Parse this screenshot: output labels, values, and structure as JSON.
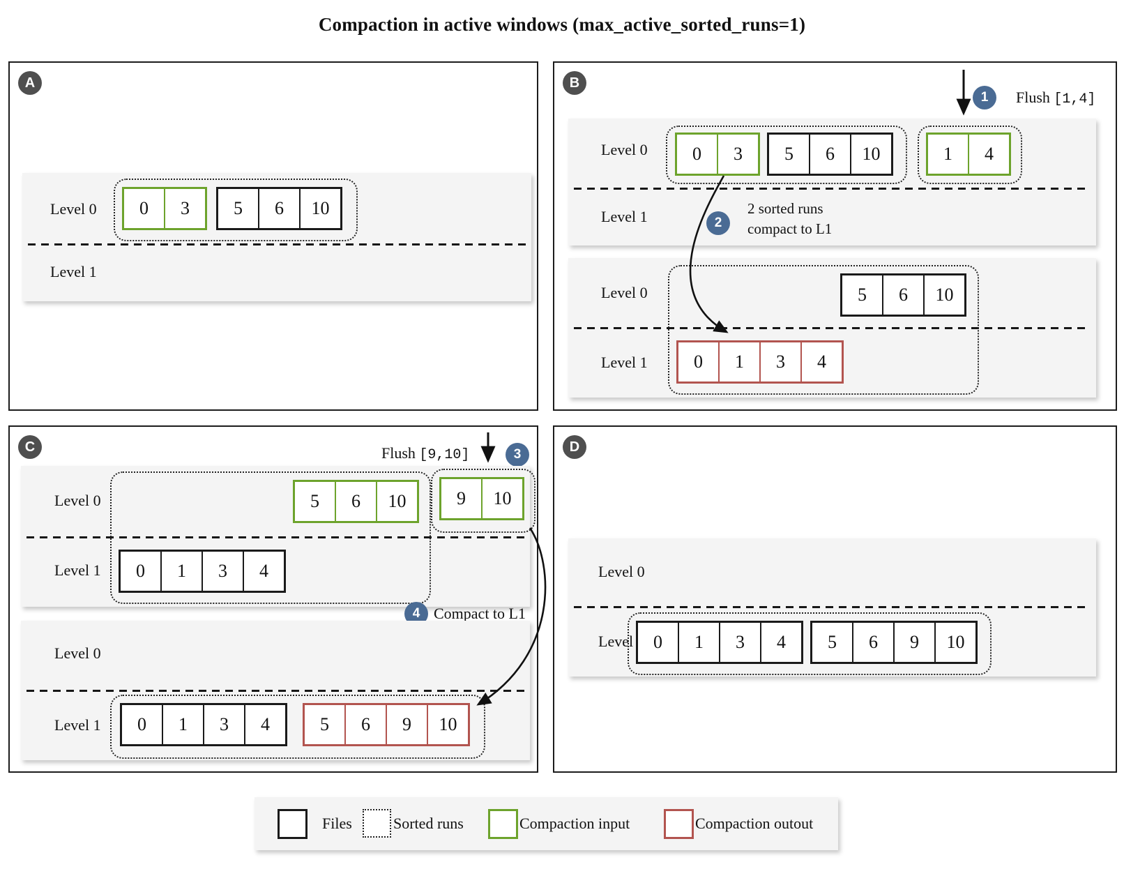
{
  "title": "Compaction in active windows (max_active_sorted_runs=1)",
  "colors": {
    "file_border": "#1a1a1a",
    "compaction_input": "#6da32c",
    "compaction_output": "#b2544f",
    "step_badge": "#4a6b94",
    "panel_badge": "#4f4f4f",
    "band_background": "#f4f4f4"
  },
  "panels": {
    "A": {
      "badge": "A",
      "l0": "Level 0",
      "l1": "Level 1",
      "input_box": [
        "0",
        "3"
      ],
      "files_box": [
        "5",
        "6",
        "10"
      ]
    },
    "B": {
      "badge": "B",
      "step1_num": "1",
      "step1_label": "Flush",
      "step1_code": "[1,4]",
      "step2_num": "2",
      "step2_line1": "2 sorted runs",
      "step2_line2": "compact to L1",
      "top": {
        "l0": "Level 0",
        "l1": "Level 1",
        "input_box": [
          "0",
          "3"
        ],
        "files_box": [
          "5",
          "6",
          "10"
        ],
        "flushed_box": [
          "1",
          "4"
        ]
      },
      "bottom": {
        "l0": "Level 0",
        "l1": "Level 1",
        "files_box": [
          "5",
          "6",
          "10"
        ],
        "output_box": [
          "0",
          "1",
          "3",
          "4"
        ]
      }
    },
    "C": {
      "badge": "C",
      "step3_num": "3",
      "step3_label": "Flush",
      "step3_code": "[9,10]",
      "step4_num": "4",
      "step4_label": "Compact to L1",
      "top": {
        "l0": "Level 0",
        "l1": "Level 1",
        "input_box": [
          "5",
          "6",
          "10"
        ],
        "files_box": [
          "0",
          "1",
          "3",
          "4"
        ],
        "flushed_box": [
          "9",
          "10"
        ]
      },
      "bottom": {
        "l0": "Level 0",
        "l1": "Level 1",
        "files_box": [
          "0",
          "1",
          "3",
          "4"
        ],
        "output_box": [
          "5",
          "6",
          "9",
          "10"
        ]
      }
    },
    "D": {
      "badge": "D",
      "l0": "Level 0",
      "l1": "Level 1",
      "files_box1": [
        "0",
        "1",
        "3",
        "4"
      ],
      "files_box2": [
        "5",
        "6",
        "9",
        "10"
      ]
    }
  },
  "legend": {
    "files": "Files",
    "sorted_runs": "Sorted runs",
    "compaction_input": "Compaction input",
    "compaction_output": "Compaction outout"
  }
}
